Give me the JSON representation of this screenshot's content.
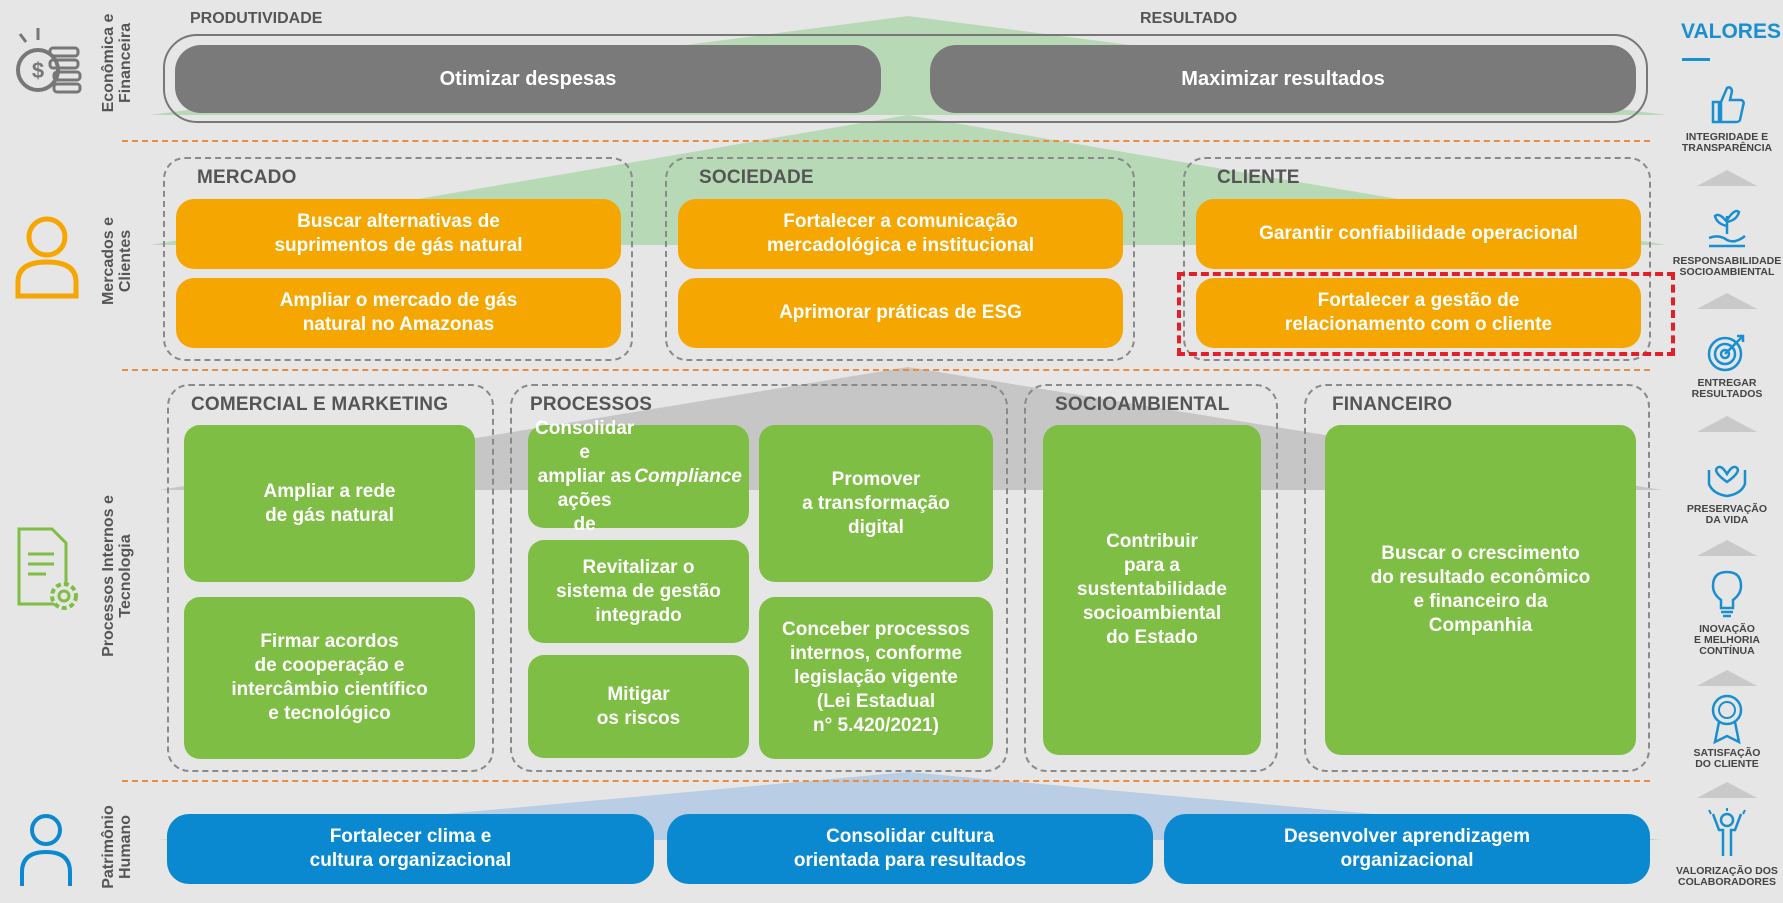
{
  "colors": {
    "gray": "#7a7a7a",
    "orange": "#f6a600",
    "green": "#7ebe44",
    "blue": "#0a89d0",
    "accent_blue": "#1a8fd0",
    "divider": "#ec8c3e",
    "highlight_red": "#e3202a"
  },
  "rows": {
    "economica": "Econômica e\nFinanceira",
    "mercados": "Mercados e\nClientes",
    "processos": "Processos Internos e\nTecnologia",
    "patrimonio": "Patrimônio\nHumano"
  },
  "economica": {
    "label_left": "PRODUTIVIDADE",
    "label_right": "RESULTADO",
    "items": [
      "Otimizar despesas",
      "Maximizar resultados"
    ]
  },
  "mercados": {
    "groups": [
      {
        "title": "MERCADO",
        "items": [
          "Buscar alternativas de\nsuprimentos de gás natural",
          "Ampliar o mercado de gás\nnatural no Amazonas"
        ]
      },
      {
        "title": "SOCIEDADE",
        "items": [
          "Fortalecer a comunicação\nmercadológica e institucional",
          "Aprimorar práticas de ESG"
        ]
      },
      {
        "title": "CLIENTE",
        "items": [
          "Garantir confiabilidade operacional",
          "Fortalecer a gestão de\nrelacionamento com o cliente"
        ]
      }
    ]
  },
  "processos": {
    "groups": [
      {
        "title": "COMERCIAL E MARKETING",
        "items": [
          "Ampliar a rede\nde gás natural",
          "Firmar acordos\nde cooperação e\nintercâmbio científico\ne tecnológico"
        ]
      },
      {
        "title": "PROCESSOS",
        "items": [
          "Consolidar e\nampliar as ações\nde Compliance",
          "Promover\na transformação\ndigital",
          "Revitalizar o\nsistema de gestão\nintegrado",
          "Conceber processos\ninternos, conforme\nlegislação vigente\n(Lei Estadual\nn° 5.420/2021)",
          "Mitigar\nos riscos"
        ]
      },
      {
        "title": "SOCIOAMBIENTAL",
        "items": [
          "Contribuir\npara a\nsustentabilidade\nsocioambiental\ndo Estado"
        ]
      },
      {
        "title": "FINANCEIRO",
        "items": [
          "Buscar o crescimento\ndo resultado econômico\ne financeiro da\nCompanhia"
        ]
      }
    ]
  },
  "patrimonio": {
    "items": [
      "Fortalecer clima e\ncultura organizacional",
      "Consolidar cultura\norientada para resultados",
      "Desenvolver aprendizagem\norganizacional"
    ]
  },
  "valores": {
    "title": "VALORES",
    "items": [
      {
        "label": "INTEGRIDADE E\nTRANSPARÊNCIA",
        "icon": "thumbs-up-icon"
      },
      {
        "label": "RESPONSABILIDADE\nSOCIOAMBIENTAL",
        "icon": "plant-hand-icon"
      },
      {
        "label": "ENTREGAR\nRESULTADOS",
        "icon": "target-icon"
      },
      {
        "label": "PRESERVAÇÃO\nDA VIDA",
        "icon": "heart-hands-icon"
      },
      {
        "label": "INOVAÇÃO\nE MELHORIA\nCONTÍNUA",
        "icon": "lightbulb-icon"
      },
      {
        "label": "SATISFAÇÃO\nDO CLIENTE",
        "icon": "award-icon"
      },
      {
        "label": "VALORIZAÇÃO DOS\nCOLABORADORES",
        "icon": "person-raised-icon"
      }
    ]
  }
}
